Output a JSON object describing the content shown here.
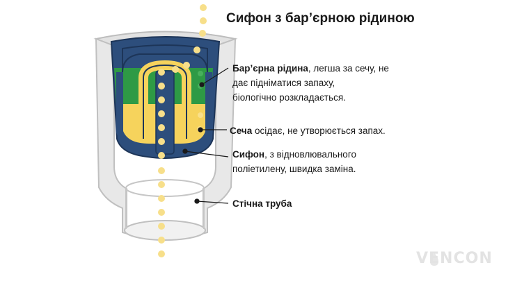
{
  "title": "Сифон з бар’єрною рідиною",
  "callouts": {
    "barrier": {
      "term": "Бар’єрна рідина",
      "line1": ", легша за сечу, не",
      "line2": "дає підніматися запаху,",
      "line3": "біологічно розкладається."
    },
    "urine": {
      "term": "Сеча",
      "rest": " осідає, не утворюється запах."
    },
    "siphon": {
      "term": "Сифон",
      "line1": ", з відновлювального",
      "line2": "поліетилену, швидка заміна."
    },
    "pipe": {
      "term": "Стічна труба"
    }
  },
  "logo": "VENCON",
  "colors": {
    "housing": "#e6e6e6",
    "housing_stroke": "#b9b9b9",
    "siphon_blue": "#2d4e7c",
    "siphon_outline": "#1d3558",
    "barrier_green": "#2e9a45",
    "urine_yellow": "#f6d35c",
    "drop_yellow": "#f7df8a",
    "pointer": "#1a1a1a"
  },
  "icons": [
    "falling-drops",
    "vencon-drop-logo"
  ]
}
